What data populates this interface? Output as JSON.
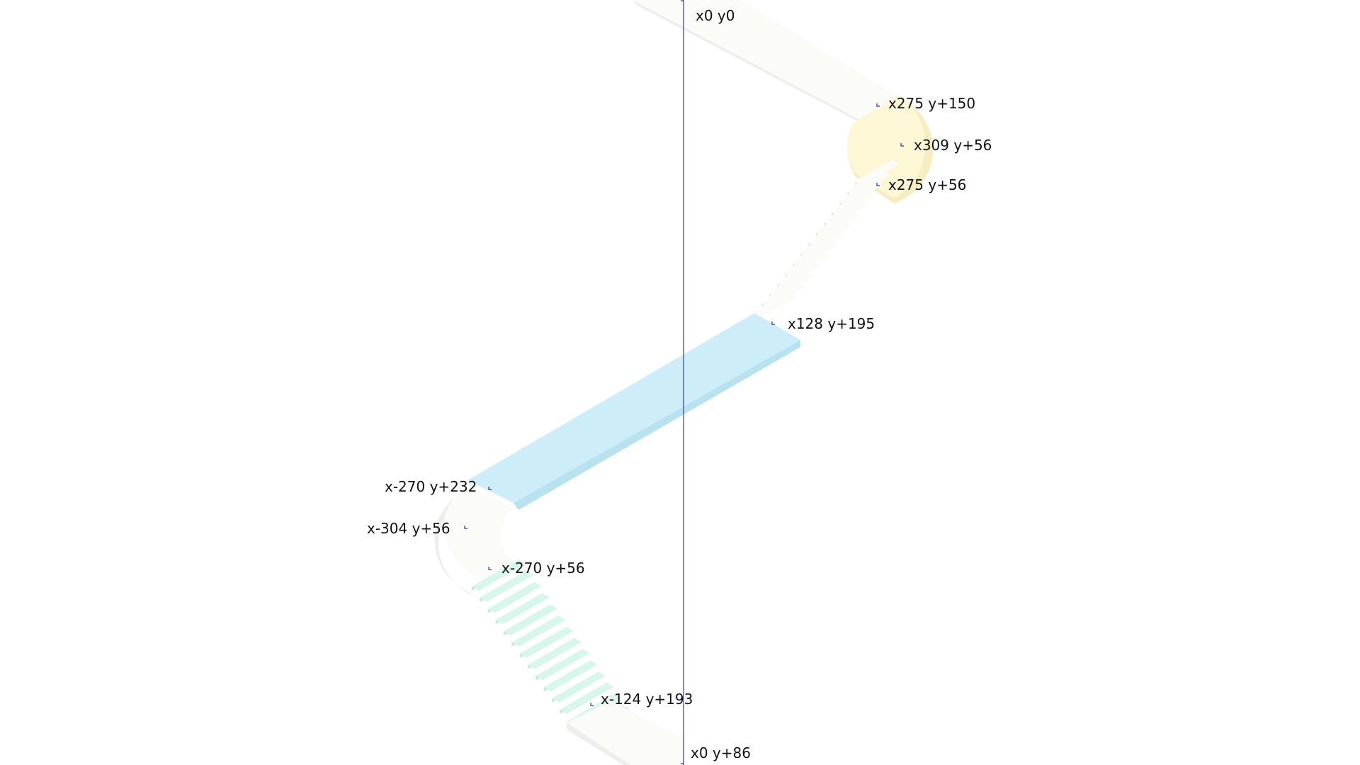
{
  "colors": {
    "axis_line": "#3333cc",
    "marker": "#2a2ab8",
    "label_text": "#111111",
    "landing_blue": "#cdeef9",
    "landing_blue_edge": "#b9e2f1",
    "landing_yellow": "#fdf7d6",
    "landing_yellow_edge": "#f6edc0",
    "stairs_green": "#d7f6ec",
    "stairs_green_edge": "#c2ebdc",
    "flight_ghost": "#fbfbf8",
    "flight_ghost_edge": "#eeeeec",
    "background": "#ffffff"
  },
  "labels": {
    "origin": "x0 y0",
    "p1": "x275 y+150",
    "p2": "x309 y+56",
    "p3": "x275 y+56",
    "p4": "x128 y+195",
    "p5": "x-270 y+232",
    "p6": "x-304 y+56",
    "p7": "x-270 y+56",
    "p8": "x-124 y+193",
    "end": "x0 y+86"
  }
}
